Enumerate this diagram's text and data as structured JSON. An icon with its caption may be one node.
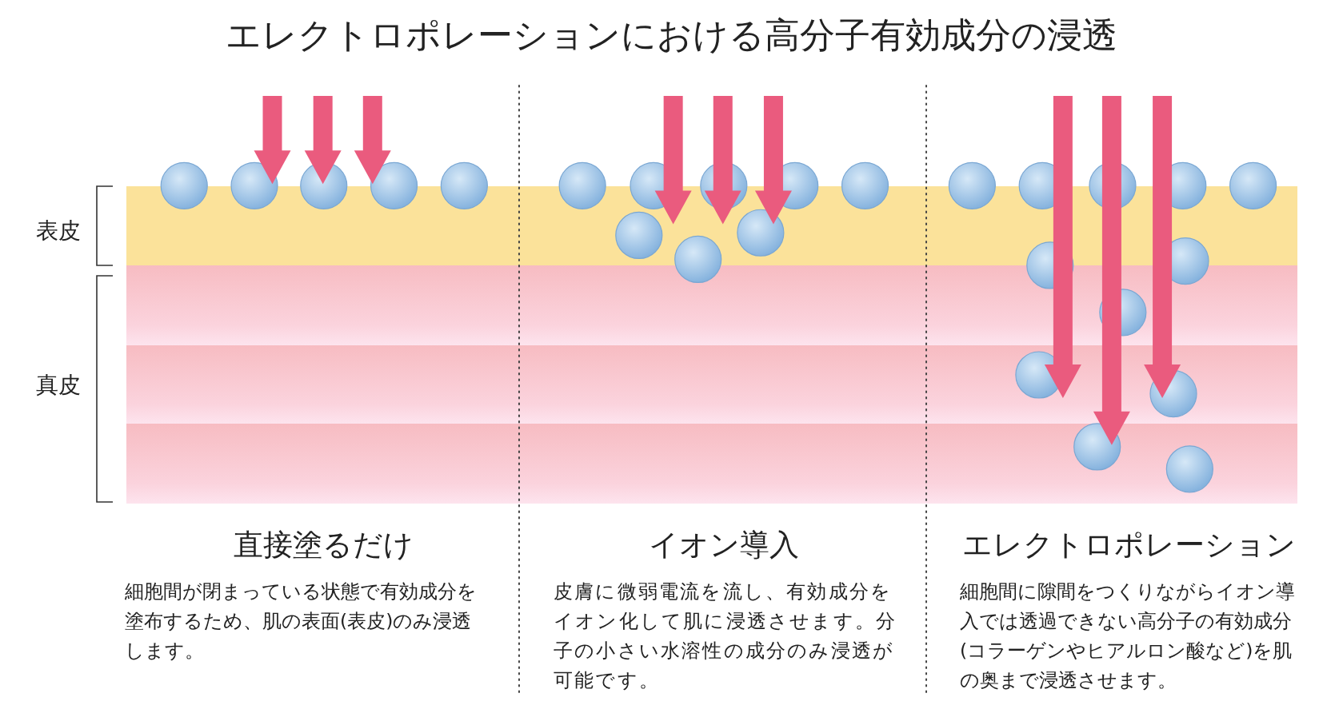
{
  "diagram": {
    "title": "エレクトロポレーションにおける高分子有効成分の浸透",
    "labels": [
      "表皮",
      "真皮",
      "直接塗るだけ",
      "細胞間が閉まっている状態で有効成分を塗布するため、肌の表面(表皮)のみ浸透します。",
      "イオン導入",
      "皮膚に微弱電流を流し、有効成分をイオン化して肌に浸透させます。分子の小さい水溶性の成分のみ浸透が可能です。",
      "エレクトロポレーション",
      "細胞間に隙間をつくりながらイオン導入では透過できない高分子の有効成分(コラーゲンやヒアルロン酸など)を肌の奥まで浸透させます。"
    ]
  }
}
